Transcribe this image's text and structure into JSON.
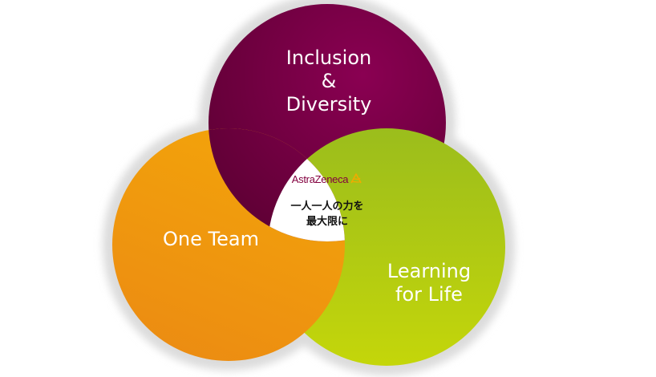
{
  "diagram": {
    "circles": {
      "inclusion_diversity": {
        "lines": [
          "Inclusion",
          "&",
          "Diversity"
        ],
        "color": "#7a0046"
      },
      "one_team": {
        "lines": [
          "One Team"
        ],
        "color": "#f0a010"
      },
      "learning_for_life": {
        "lines": [
          "Learning",
          "for Life"
        ],
        "color": "#b3cc10"
      }
    },
    "center": {
      "brand": "AstraZeneca",
      "brand_color": "#83003f",
      "brand_mark_color": "#f0ab00",
      "motto_lines": [
        "一人一人の力を",
        "最大限に"
      ]
    }
  }
}
